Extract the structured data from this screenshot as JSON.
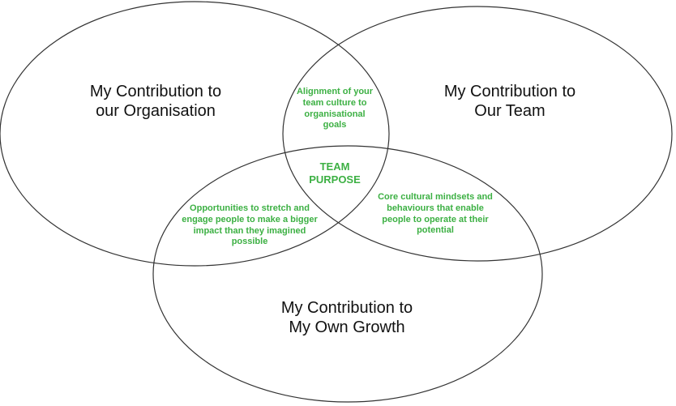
{
  "diagram": {
    "circles": [
      {
        "id": "organisation",
        "lines": [
          "My Contribution to",
          "our Organisation"
        ]
      },
      {
        "id": "team",
        "lines": [
          "My Contribution to",
          "Our Team"
        ]
      },
      {
        "id": "growth",
        "lines": [
          "My Contribution to",
          "My Own Growth"
        ]
      }
    ],
    "overlaps": {
      "organisation_team": {
        "lines": [
          "Alignment of your",
          "team culture to",
          "organisational",
          "goals"
        ]
      },
      "organisation_growth": {
        "lines": [
          "Opportunities to stretch and",
          "engage people to make a bigger",
          "impact than they imagined",
          "possible"
        ]
      },
      "team_growth": {
        "lines": [
          "Core cultural mindsets and",
          "behaviours that enable",
          "people to operate at their",
          "potential"
        ]
      },
      "center": {
        "lines": [
          "TEAM",
          "PURPOSE"
        ]
      }
    },
    "colors": {
      "accent_green": "#3cb043",
      "stroke": "#333333",
      "title_text": "#111111"
    }
  }
}
